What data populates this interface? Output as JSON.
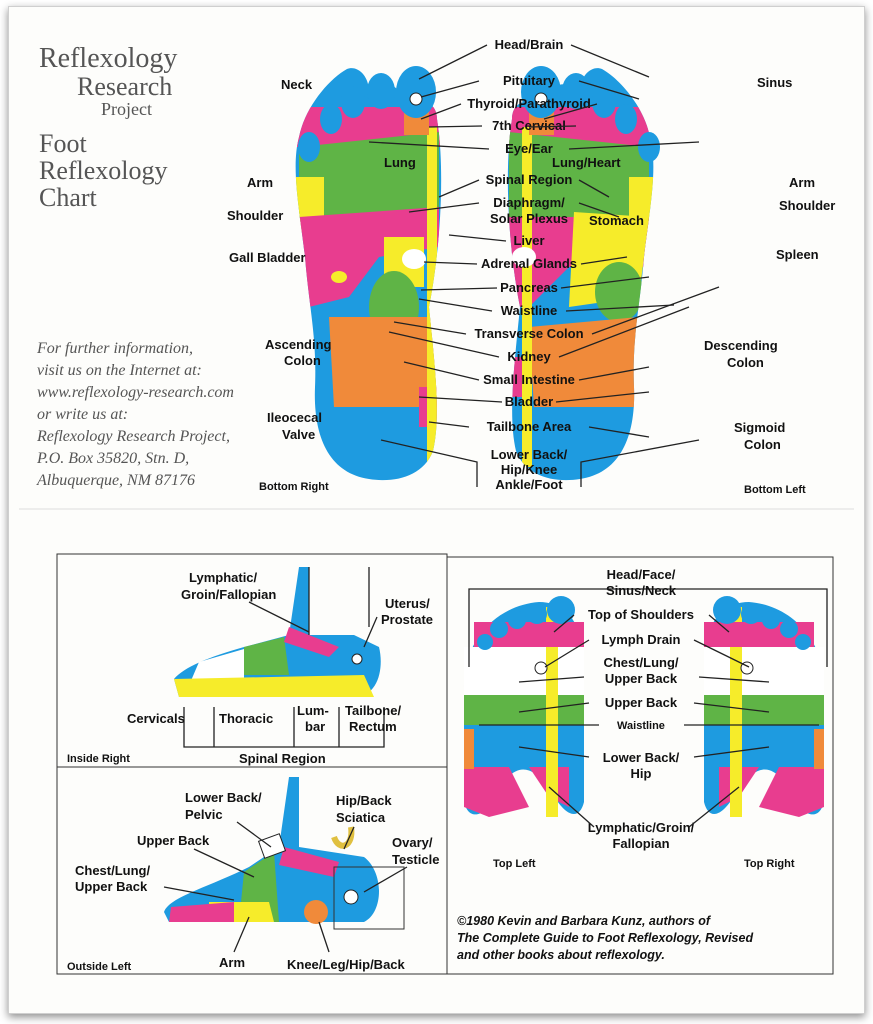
{
  "title": {
    "line1": "Reflexology",
    "line2": "Research",
    "line3": "Project"
  },
  "subtitle": {
    "line1": "Foot",
    "line2": "Reflexology",
    "line3": "Chart"
  },
  "info": [
    "For further information,",
    "visit us on the Internet at:",
    "www.reflexology-research.com",
    "or write us at:",
    "Reflexology Research Project,",
    "P.O. Box 35820, Stn. D,",
    "Albuquerque, NM 87176"
  ],
  "bottom_labels": {
    "center": [
      "Head/Brain",
      "Pituitary",
      "Thyroid/Parathyroid",
      "7th Cervical",
      "Eye/Ear",
      "Spinal Region",
      "Diaphragm/",
      "Solar Plexus",
      "Liver",
      "Adrenal Glands",
      "Pancreas",
      "Waistline",
      "Transverse Colon",
      "Kidney",
      "Small Intestine",
      "Bladder",
      "Tailbone Area",
      "Lower Back/",
      "Hip/Knee",
      "Ankle/Foot"
    ],
    "left": [
      "Neck",
      "Arm",
      "Shoulder",
      "Gall Bladder",
      "Ascending",
      "Colon",
      "Ileocecal",
      "Valve"
    ],
    "right": [
      "Sinus",
      "Arm",
      "Shoulder",
      "Spleen",
      "Descending",
      "Colon",
      "Sigmoid",
      "Colon"
    ],
    "on_foot": [
      "Lung",
      "Lung/Heart",
      "Stomach"
    ],
    "captions": [
      "Bottom Right",
      "Bottom Left"
    ]
  },
  "inside": {
    "labels": [
      "Lymphatic/",
      "Groin/Fallopian",
      "Uterus/",
      "Prostate",
      "Cervicals",
      "Thoracic",
      "Lum-",
      "bar",
      "Tailbone/",
      "Rectum",
      "Spinal Region"
    ],
    "caption": "Inside Right"
  },
  "outside": {
    "labels": [
      "Lower Back/",
      "Pelvic",
      "Hip/Back",
      "Sciatica",
      "Upper Back",
      "Ovary/",
      "Testicle",
      "Chest/Lung/",
      "Upper Back",
      "Arm",
      "Knee/Leg/Hip/Back"
    ],
    "caption": "Outside Left"
  },
  "top": {
    "labels": [
      "Head/Face/",
      "Sinus/Neck",
      "Top of Shoulders",
      "Lymph Drain",
      "Chest/Lung/",
      "Upper Back",
      "Upper Back",
      "Waistline",
      "Lower Back/",
      "Hip",
      "Lymphatic/Groin/",
      "Fallopian"
    ],
    "captions": [
      "Top Left",
      "Top Right"
    ]
  },
  "credit": [
    "©1980 Kevin and Barbara Kunz, authors of",
    "The Complete Guide to Foot Reflexology, Revised",
    "and other books about reflexology."
  ],
  "colors": {
    "blue": "#1e9be0",
    "green": "#5fb446",
    "yellow": "#f6ec2a",
    "pink": "#e83d8f",
    "orange": "#f08a3a",
    "white": "#ffffff"
  }
}
